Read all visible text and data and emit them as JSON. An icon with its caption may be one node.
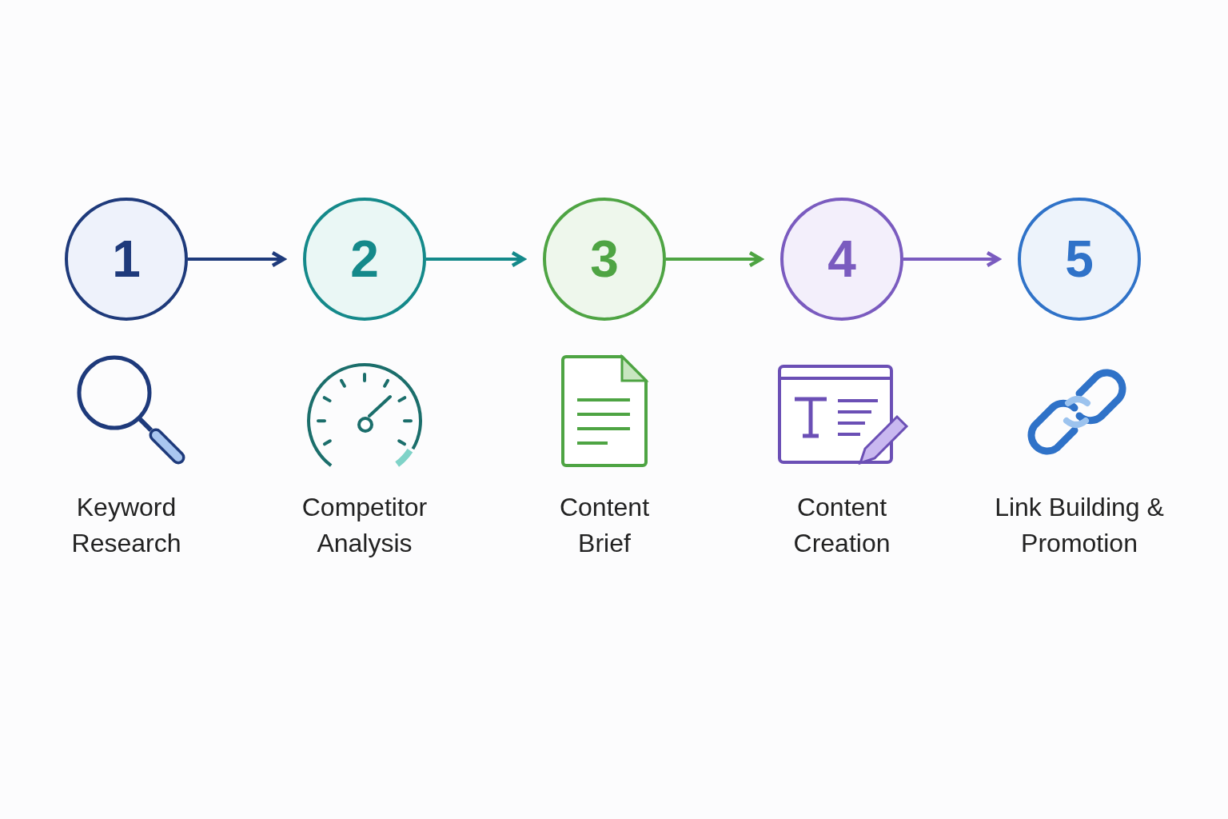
{
  "diagram": {
    "nodes": [
      {
        "text": [
          "1"
        ]
      },
      {
        "text": [
          "2"
        ]
      },
      {
        "text": [
          "3"
        ]
      },
      {
        "text": [
          "4"
        ]
      },
      {
        "text": [
          "5"
        ]
      }
    ],
    "edges": [
      {
        "from": 0,
        "to": 1,
        "arrow": "to",
        "color": "#1e3a7b"
      },
      {
        "from": 1,
        "to": 2,
        "arrow": "to",
        "color": "#14898a"
      },
      {
        "from": 2,
        "to": 3,
        "arrow": "to",
        "color": "#4ea443"
      },
      {
        "from": 3,
        "to": 4,
        "arrow": "to",
        "color": "#7a5bbf"
      }
    ],
    "labels": [
      "Keyword Research",
      "Competitor Analysis",
      "Content Brief",
      "Content Creation",
      "Link Building & Promotion"
    ]
  }
}
